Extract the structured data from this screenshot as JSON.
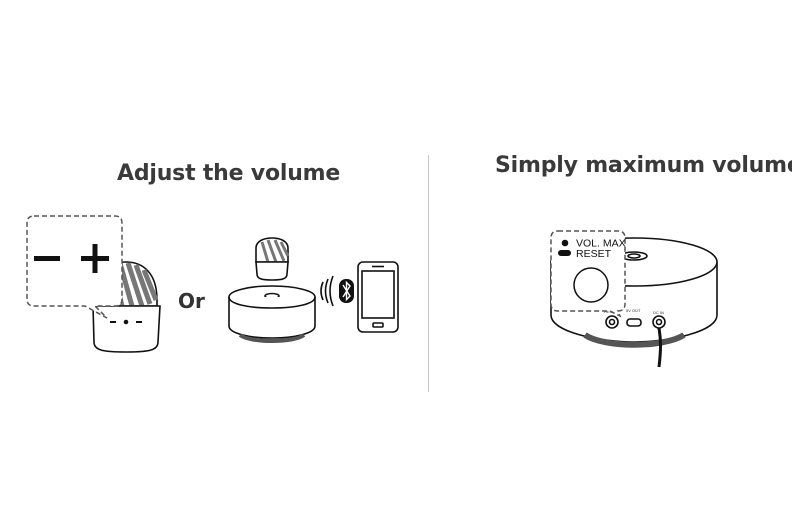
{
  "left_panel": {
    "title": "Adjust the volume",
    "or_label": "Or",
    "minus_symbol": "−",
    "plus_symbol": "+"
  },
  "right_panel": {
    "title": "Simply maximum volume",
    "vol_max_label": "VOL. MAX",
    "reset_label": "RESET"
  },
  "icons": [
    "speaker-icon",
    "volume-minus-icon",
    "volume-plus-icon",
    "speaker-dock-icon",
    "sound-waves-icon",
    "bluetooth-icon",
    "smartphone-icon",
    "power-cable-icon"
  ],
  "colors": {
    "line": "#111111",
    "text": "#3a3a3a",
    "divider": "#c8c8c8"
  }
}
